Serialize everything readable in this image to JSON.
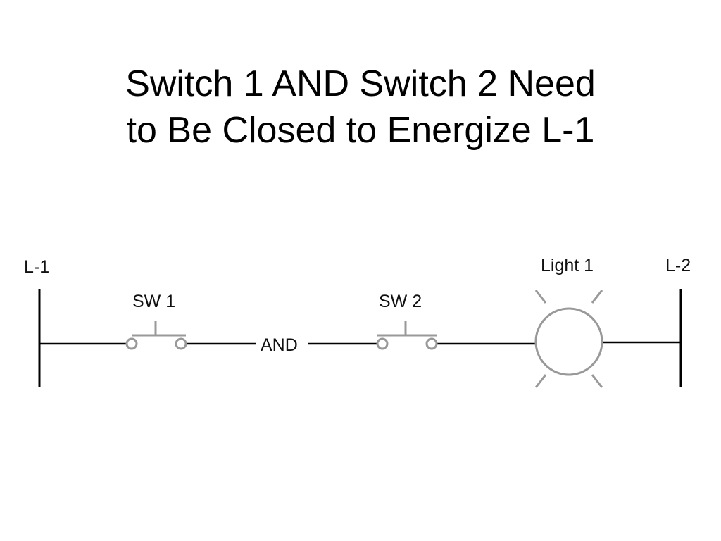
{
  "title": {
    "line1": "Switch 1 AND Switch 2 Need",
    "line2": "to Be Closed to Energize L-1"
  },
  "diagram": {
    "left_rail_label": "L-1",
    "right_rail_label": "L-2",
    "switch1_label": "SW 1",
    "switch2_label": "SW 2",
    "logic_label": "AND",
    "light_label": "Light 1",
    "colors": {
      "wire": "#000000",
      "component": "#999999"
    }
  }
}
